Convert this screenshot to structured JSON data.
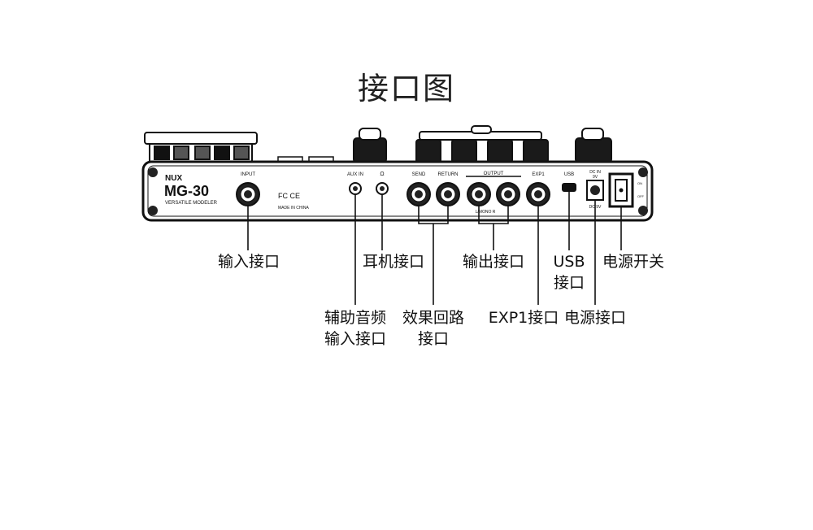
{
  "title": "接口图",
  "device": {
    "brand": "NUX",
    "model": "MG-30",
    "subtitle": "VERSATILE MODELER",
    "marks": "FC CE",
    "made_in": "MADE IN CHINA",
    "panel_labels": {
      "input": "INPUT",
      "aux_in": "AUX IN",
      "phones": "Ω",
      "send": "SEND",
      "return": "RETURN",
      "output": "OUTPUT",
      "output_lr": "L/MONO  R",
      "exp1": "EXP1",
      "usb": "USB",
      "dc_in": "DC IN",
      "dc_v": "9V",
      "dc_note": "DC 9V",
      "on": "ON",
      "off": "OFF"
    }
  },
  "callouts": {
    "input": "输入接口",
    "headphone": "耳机接口",
    "output": "输出接口",
    "usb_line1": "USB",
    "usb_line2": "接口",
    "power_switch": "电源开关",
    "aux_line1": "辅助音频",
    "aux_line2": "输入接口",
    "fx_loop_line1": "效果回路",
    "fx_loop_line2": "接口",
    "exp1": "EXP1接口",
    "power_jack": "电源接口"
  }
}
